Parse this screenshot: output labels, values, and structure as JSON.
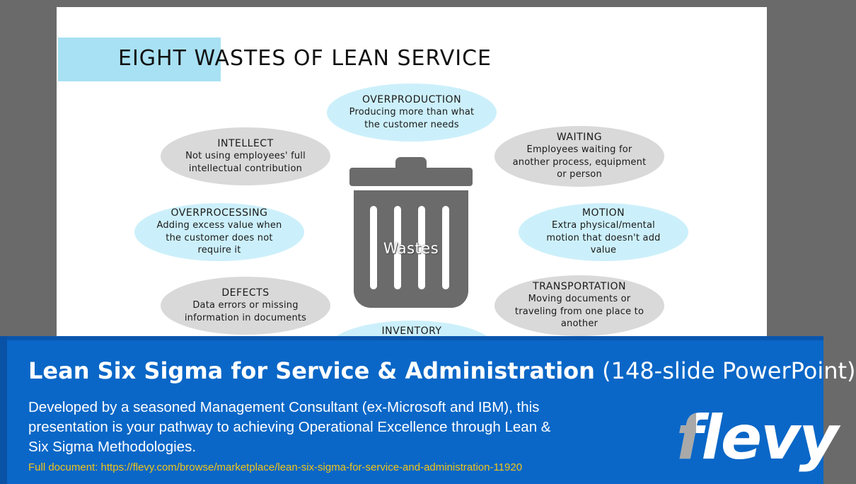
{
  "slide": {
    "title": "EIGHT WASTES OF LEAN SERVICE",
    "center_label": "Wastes",
    "wastes": [
      {
        "name": "OVERPRODUCTION",
        "description": "Producing more than what the customer needs",
        "color": "#ccf0fb"
      },
      {
        "name": "INTELLECT",
        "description": "Not using employees' full intellectual contribution",
        "color": "#d9d9d9"
      },
      {
        "name": "WAITING",
        "description": "Employees waiting for another process, equipment or person",
        "color": "#d9d9d9"
      },
      {
        "name": "OVERPROCESSING",
        "description": "Adding excess value when the customer does not require it",
        "color": "#ccf0fb"
      },
      {
        "name": "MOTION",
        "description": "Extra physical/mental motion that doesn't add value",
        "color": "#ccf0fb"
      },
      {
        "name": "DEFECTS",
        "description": "Data errors or missing information in documents",
        "color": "#d9d9d9"
      },
      {
        "name": "TRANSPORTATION",
        "description": "Moving documents or traveling from one place to another",
        "color": "#d9d9d9"
      },
      {
        "name": "INVENTORY",
        "description": "",
        "color": "#ccf0fb"
      }
    ]
  },
  "banner": {
    "title_bold": "Lean Six Sigma for Service & Administration",
    "title_light": " (148-slide PowerPoint)",
    "description": "Developed by a seasoned Management Consultant (ex-Microsoft and IBM), this presentation is your pathway to achieving Operational Excellence through Lean & Six Sigma Methodologies.",
    "link_text": "Full document: https://flevy.com/browse/marketplace/lean-six-sigma-for-service-and-administration-11920",
    "logo_text": "flevy",
    "background_color": "#0a67c7",
    "link_color": "#f0c419"
  }
}
